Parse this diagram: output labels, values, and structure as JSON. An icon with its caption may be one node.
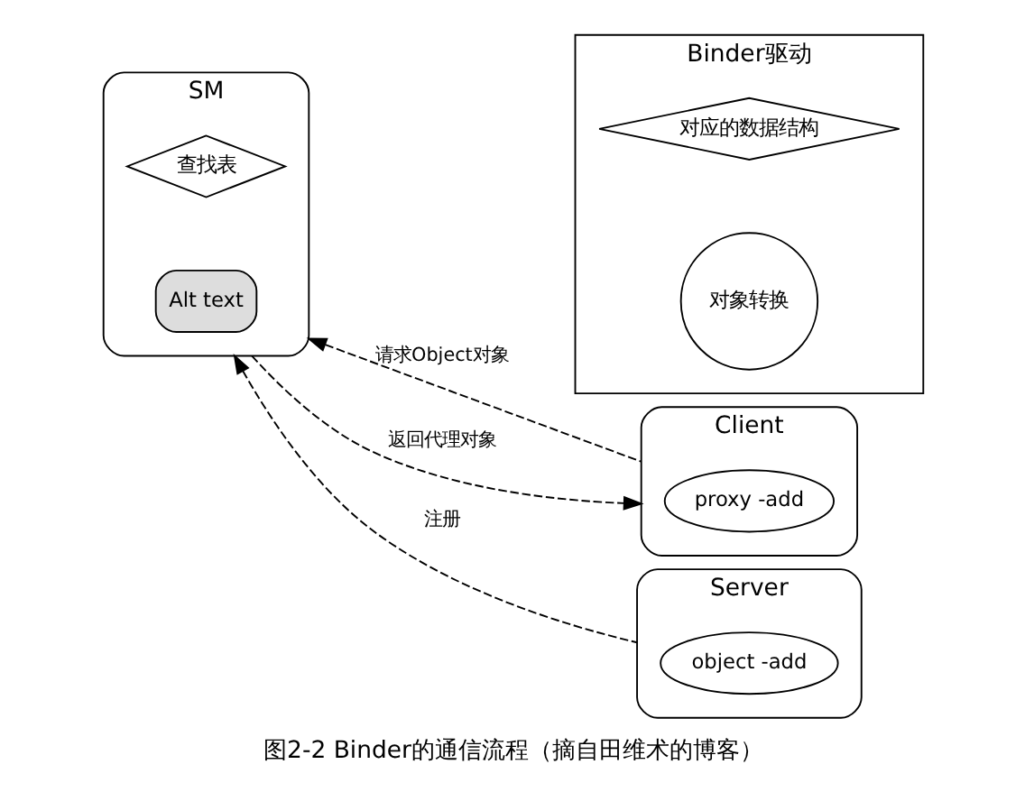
{
  "diagram": {
    "caption": "图2-2 Binder的通信流程（摘自田维术的博客）",
    "nodes": [
      {
        "text": [
          "SM"
        ]
      },
      {
        "text": [
          "Alt text"
        ],
        "in": 0
      },
      {
        "text": [
          "查找表"
        ],
        "in": 0
      },
      {
        "text": [
          "Binder驱动"
        ]
      },
      {
        "text": [
          "对象转换"
        ],
        "in": 3
      },
      {
        "text": [
          "对应的数据结构"
        ],
        "in": 3
      },
      {
        "text": [
          "Client"
        ]
      },
      {
        "text": [
          "proxy -add"
        ],
        "in": 6
      },
      {
        "text": [
          "Server"
        ]
      },
      {
        "text": [
          "object -add"
        ],
        "in": 8
      }
    ],
    "edges": [
      {
        "from": 6,
        "to": 0,
        "arrow": "to",
        "label": "请求Object对象",
        "style": "dashed"
      },
      {
        "from": 0,
        "to": 6,
        "arrow": "to",
        "label": "返回代理对象",
        "style": "dashed"
      },
      {
        "from": 8,
        "to": 0,
        "arrow": "to",
        "label": "注册",
        "style": "dashed"
      }
    ]
  }
}
